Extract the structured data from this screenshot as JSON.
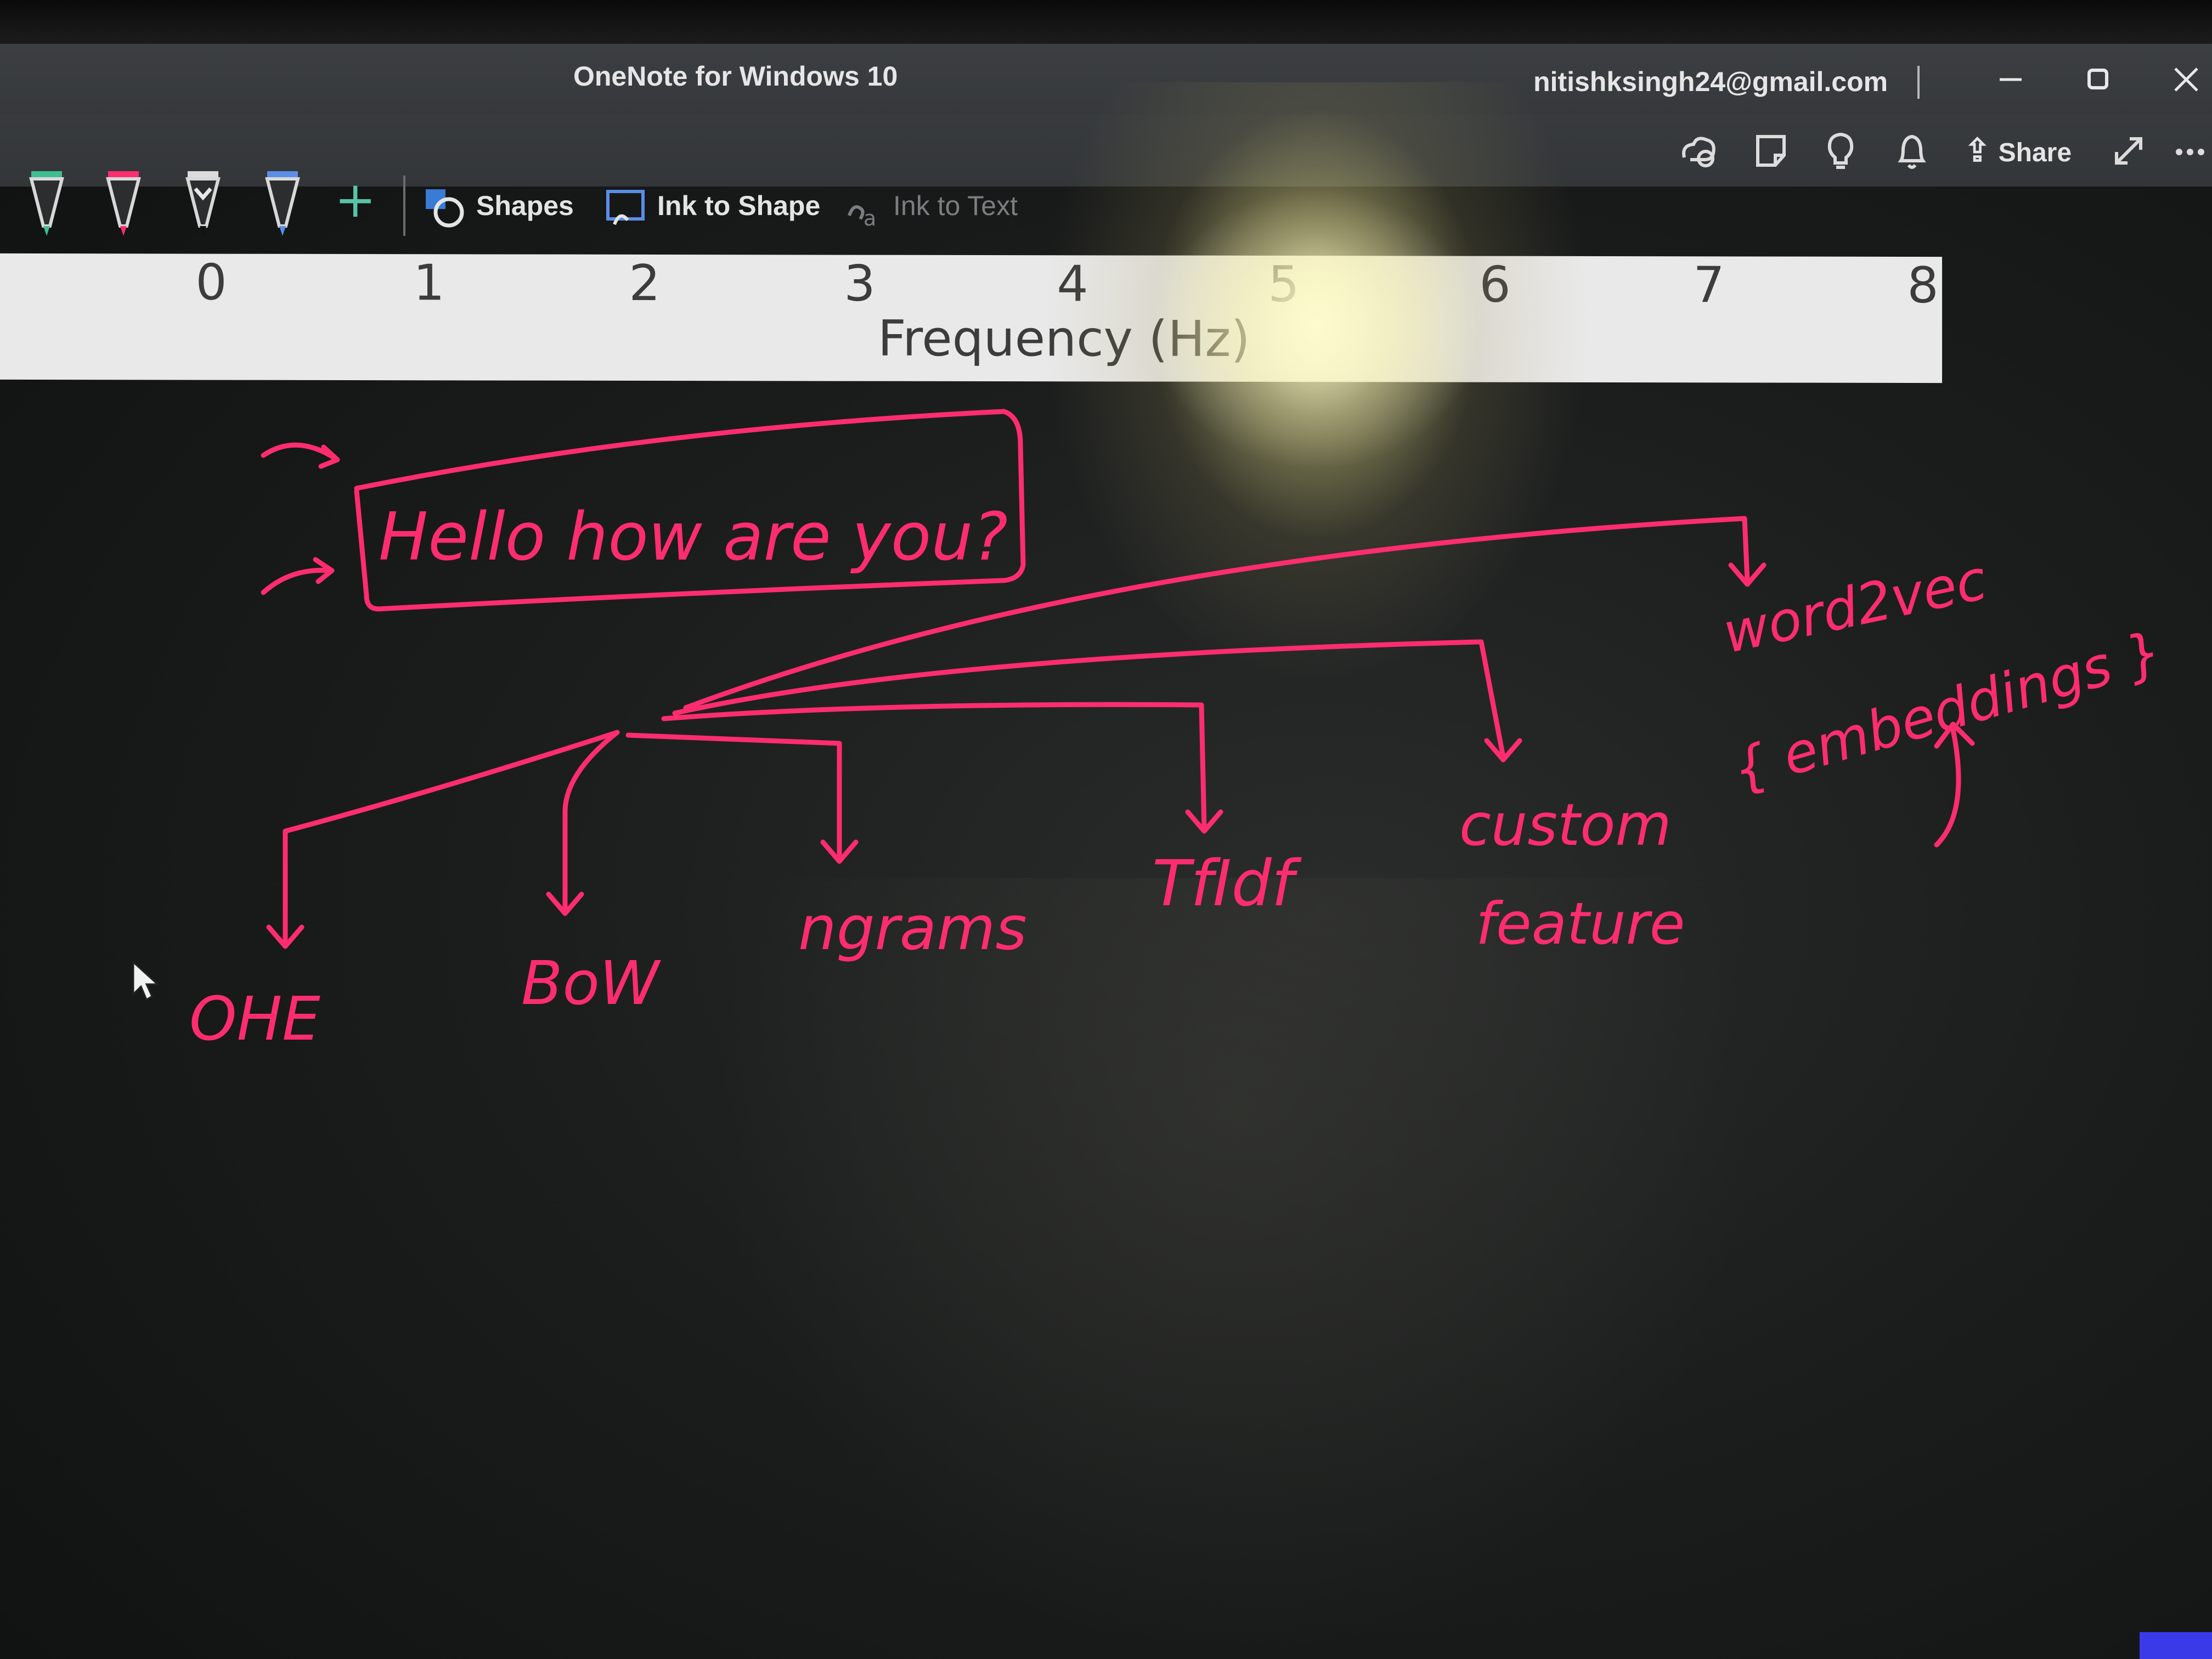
{
  "window": {
    "app_title": "OneNote for Windows 10",
    "account": "nitishksingh24@gmail.com",
    "controls": {
      "minimize_icon": "minimize-icon",
      "maximize_icon": "restore-icon",
      "close_icon": "close-icon"
    }
  },
  "command_bar": {
    "icons": [
      "sync-icon",
      "sticky-notes-icon",
      "tell-me-icon",
      "notifications-icon"
    ],
    "share_label": "Share",
    "fullscreen_icon": "fullscreen-icon",
    "more_icon": "more-icon"
  },
  "ink_toolbar": {
    "pens": [
      {
        "name": "green-pen",
        "color": "#3fbf8f"
      },
      {
        "name": "pink-pen",
        "color": "#ff2d6f"
      },
      {
        "name": "black-pen",
        "color": "#1a1a1a"
      },
      {
        "name": "blue-pen",
        "color": "#5a8ee8"
      }
    ],
    "add_pen": "+",
    "shapes_label": "Shapes",
    "ink_to_shape_label": "Ink to Shape",
    "ink_to_text_label": "Ink to Text"
  },
  "chart_strip": {
    "ticks": [
      "0",
      "1",
      "2",
      "3",
      "4",
      "5",
      "6",
      "7",
      "8"
    ],
    "xlabel": "Frequency (Hz)"
  },
  "ink_notes": {
    "sentence": "Hello how are you?",
    "techniques": [
      "OHE",
      "BoW",
      "ngrams",
      "TfIdf",
      "custom",
      "feature",
      "word2vec",
      "{ embeddings }"
    ]
  },
  "colors": {
    "ink": "#ff2d6f",
    "titlebar": "#3c3f42",
    "canvas": "#1b1d1d"
  }
}
